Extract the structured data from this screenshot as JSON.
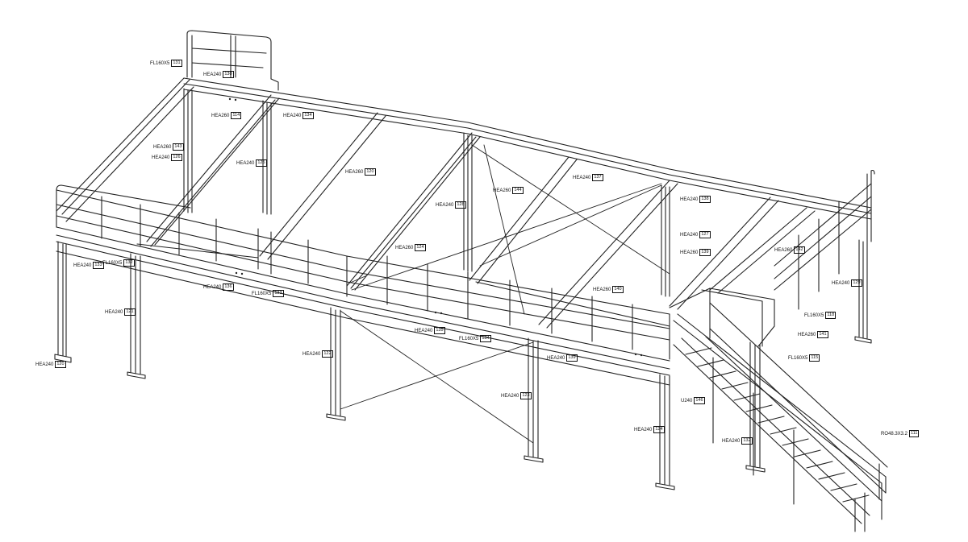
{
  "labels": [
    {
      "id": "fl160x5-131",
      "profile": "FL160X5",
      "mark": "131"
    },
    {
      "id": "hea240-130",
      "profile": "HEA240",
      "mark": "130"
    },
    {
      "id": "hea260-114",
      "profile": "HEA260",
      "mark": "114"
    },
    {
      "id": "hea240-134",
      "profile": "HEA240",
      "mark": "134"
    },
    {
      "id": "hea260-143",
      "profile": "HEA260",
      "mark": "143"
    },
    {
      "id": "hea240-126",
      "profile": "HEA240",
      "mark": "126"
    },
    {
      "id": "hea240-125",
      "profile": "HEA240",
      "mark": "125"
    },
    {
      "id": "hea260-120",
      "profile": "HEA260",
      "mark": "120"
    },
    {
      "id": "hea260-144",
      "profile": "HEA260",
      "mark": "144"
    },
    {
      "id": "hea240-137",
      "profile": "HEA240",
      "mark": "137"
    },
    {
      "id": "hea240-128",
      "profile": "HEA240",
      "mark": "128"
    },
    {
      "id": "hea240-138",
      "profile": "HEA240",
      "mark": "138"
    },
    {
      "id": "hea240-127",
      "profile": "HEA240",
      "mark": "127"
    },
    {
      "id": "hea260-139",
      "profile": "HEA260",
      "mark": "139"
    },
    {
      "id": "hea260-142",
      "profile": "HEA260",
      "mark": "142"
    },
    {
      "id": "hea240-133",
      "profile": "HEA240",
      "mark": "133"
    },
    {
      "id": "fl160x5-132",
      "profile": "FL160X5",
      "mark": "132"
    },
    {
      "id": "hea260-124",
      "profile": "HEA260",
      "mark": "124"
    },
    {
      "id": "hea240-136",
      "profile": "HEA240",
      "mark": "136"
    },
    {
      "id": "fl160x5-133",
      "profile": "FL160X5",
      "mark": "133"
    },
    {
      "id": "hea260-140",
      "profile": "HEA260",
      "mark": "140"
    },
    {
      "id": "hea240-129",
      "profile": "HEA240",
      "mark": "129"
    },
    {
      "id": "hea240-121",
      "profile": "HEA240",
      "mark": "121"
    },
    {
      "id": "hea240-135",
      "profile": "HEA240",
      "mark": "135"
    },
    {
      "id": "fl160x5-134",
      "profile": "FL160X5",
      "mark": "134"
    },
    {
      "id": "hea240-122",
      "profile": "HEA240",
      "mark": "122"
    },
    {
      "id": "hea240-139",
      "profile": "HEA240",
      "mark": "139"
    },
    {
      "id": "fl160x5-118",
      "profile": "FL160X5",
      "mark": "118"
    },
    {
      "id": "hea260-141",
      "profile": "HEA260",
      "mark": "141"
    },
    {
      "id": "fl160x5-115",
      "profile": "FL160X5",
      "mark": "115"
    },
    {
      "id": "hea240-120b",
      "profile": "HEA240",
      "mark": "120"
    },
    {
      "id": "hea240-123",
      "profile": "HEA240",
      "mark": "123"
    },
    {
      "id": "u240-146",
      "profile": "U240",
      "mark": "146"
    },
    {
      "id": "hea240-124",
      "profile": "HEA240",
      "mark": "124"
    },
    {
      "id": "hea240-132",
      "profile": "HEA240",
      "mark": "132"
    },
    {
      "id": "ro48-111",
      "profile": "RO48.3X3.2",
      "mark": "111"
    }
  ]
}
